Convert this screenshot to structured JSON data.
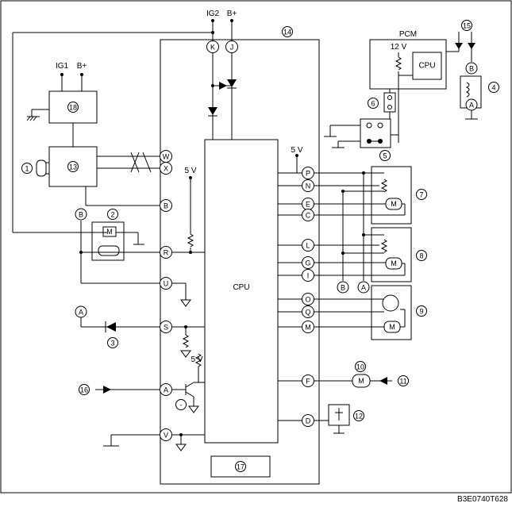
{
  "supply": {
    "ig1": "IG1",
    "bplus": "B+",
    "ig2": "IG2"
  },
  "pcm": {
    "title": "PCM",
    "cpu": "CPU",
    "voltage": "12 V"
  },
  "main_cpu": "CPU",
  "five_v": "5 V",
  "pins": {
    "K": "K",
    "J": "J",
    "W": "W",
    "X": "X",
    "B": "B",
    "R": "R",
    "U": "U",
    "S": "S",
    "A": "A",
    "V": "V",
    "P": "P",
    "N": "N",
    "E": "E",
    "C": "C",
    "L": "L",
    "G": "G",
    "I": "I",
    "O": "O",
    "Q": "Q",
    "M": "M",
    "F": "F",
    "D": "D"
  },
  "refs": {
    "A": "A",
    "B": "B"
  },
  "numbers": {
    "n1": "1",
    "n2": "2",
    "n3": "3",
    "n4": "4",
    "n5": "5",
    "n6": "6",
    "n7": "7",
    "n8": "8",
    "n9": "9",
    "n10": "10",
    "n11": "11",
    "n12": "12",
    "n13": "13",
    "n14": "14",
    "n15": "15",
    "n16": "16",
    "n17": "17",
    "n18": "18",
    "m_small": "-"
  },
  "motor": "M",
  "code": "B3E0740T628"
}
